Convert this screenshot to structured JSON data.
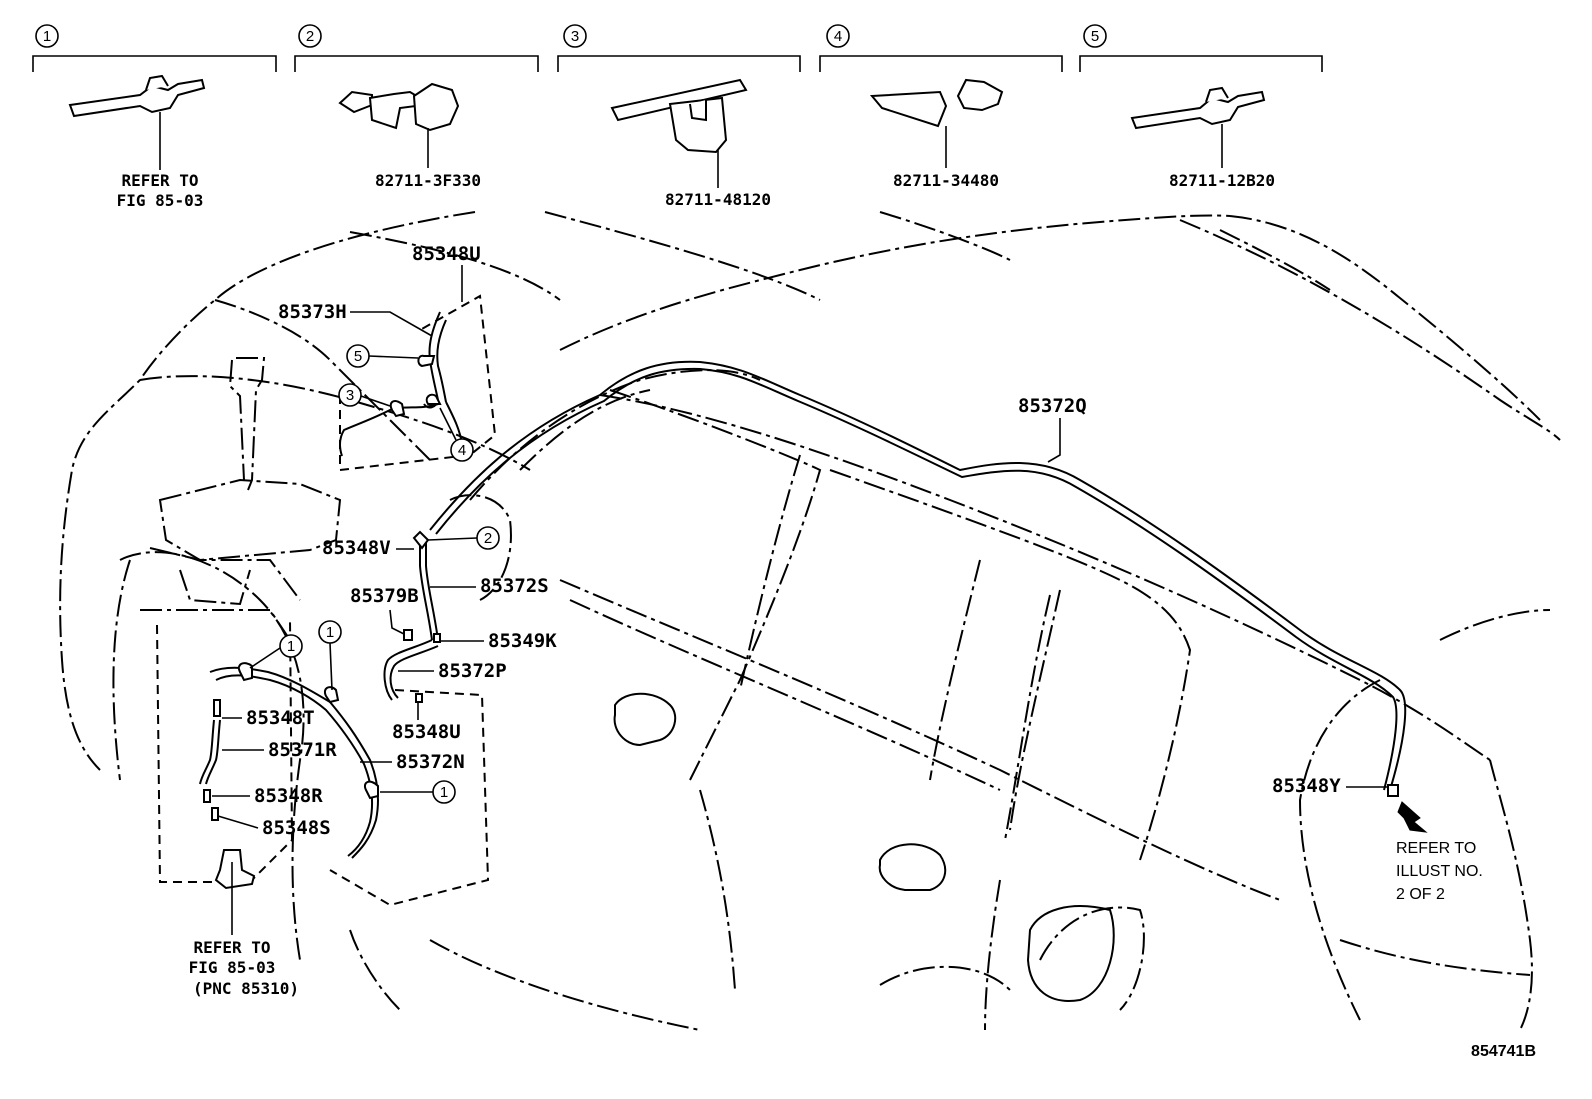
{
  "clip_variants": [
    {
      "index_label": "1",
      "part_label_lines": [
        "REFER TO",
        "FIG 85-03"
      ]
    },
    {
      "index_label": "2",
      "part_label_lines": [
        "82711-3F330"
      ]
    },
    {
      "index_label": "3",
      "part_label_lines": [
        "82711-48120"
      ]
    },
    {
      "index_label": "4",
      "part_label_lines": [
        "82711-34480"
      ]
    },
    {
      "index_label": "5",
      "part_label_lines": [
        "82711-12B20"
      ]
    }
  ],
  "part_labels": {
    "p85348U_top": "85348U",
    "p85373H": "85373H",
    "p85372Q": "85372Q",
    "p85348V": "85348V",
    "p85372S": "85372S",
    "p85379B": "85379B",
    "p85349K": "85349K",
    "p85372P": "85372P",
    "p85348U_mid": "85348U",
    "p85348T": "85348T",
    "p85371R": "85371R",
    "p85372N": "85372N",
    "p85348R": "85348R",
    "p85348S": "85348S",
    "p85348Y": "85348Y"
  },
  "callouts": {
    "c5": "5",
    "c3": "3",
    "c4": "4",
    "c2": "2",
    "c1_a": "1",
    "c1_b": "1",
    "c1_c": "1"
  },
  "notes": {
    "pump_ref_lines": [
      "REFER TO",
      "FIG 85-03",
      "(PNC 85310)"
    ],
    "rear_ref_lines": [
      "REFER TO",
      "ILLUST NO.",
      "2 OF 2"
    ]
  },
  "diagram_code": "854741B"
}
